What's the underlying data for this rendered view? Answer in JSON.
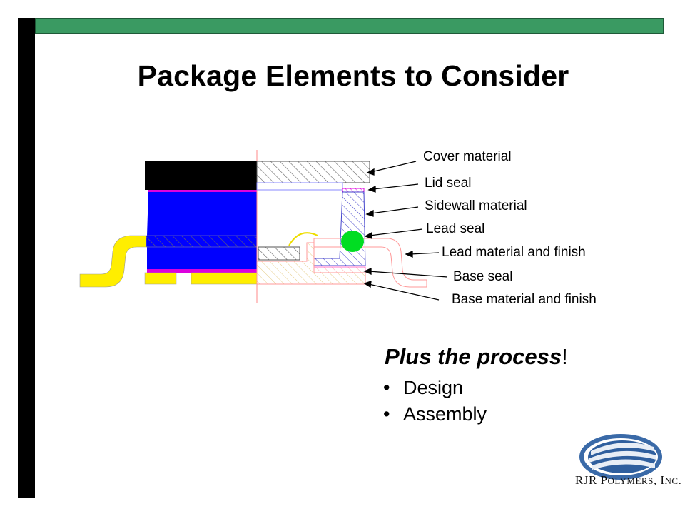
{
  "title": "Package Elements to Consider",
  "callouts": [
    "Cover material",
    "Lid seal",
    "Sidewall material",
    "Lead seal",
    "Lead material and finish",
    "Base seal",
    "Base material and finish"
  ],
  "process": {
    "heading_emphasis": "Plus the process",
    "heading_suffix": "!",
    "bullet_glyph": "•",
    "items": [
      "Design",
      "Assembly"
    ]
  },
  "logo": {
    "text_part1": "RJR P",
    "text_sc1": "OLYMERS",
    "text_part2": ", I",
    "text_sc2": "NC",
    "text_part3": "."
  },
  "colors": {
    "accent_bar": "#3a9a62",
    "left_bar": "#000000",
    "lead_yellow": "#ffee00",
    "body_blue": "#0000ff",
    "seal_magenta": "#dd00dd",
    "lead_seal_green": "#00dd22",
    "logo_blue": "#3a6aa8"
  }
}
